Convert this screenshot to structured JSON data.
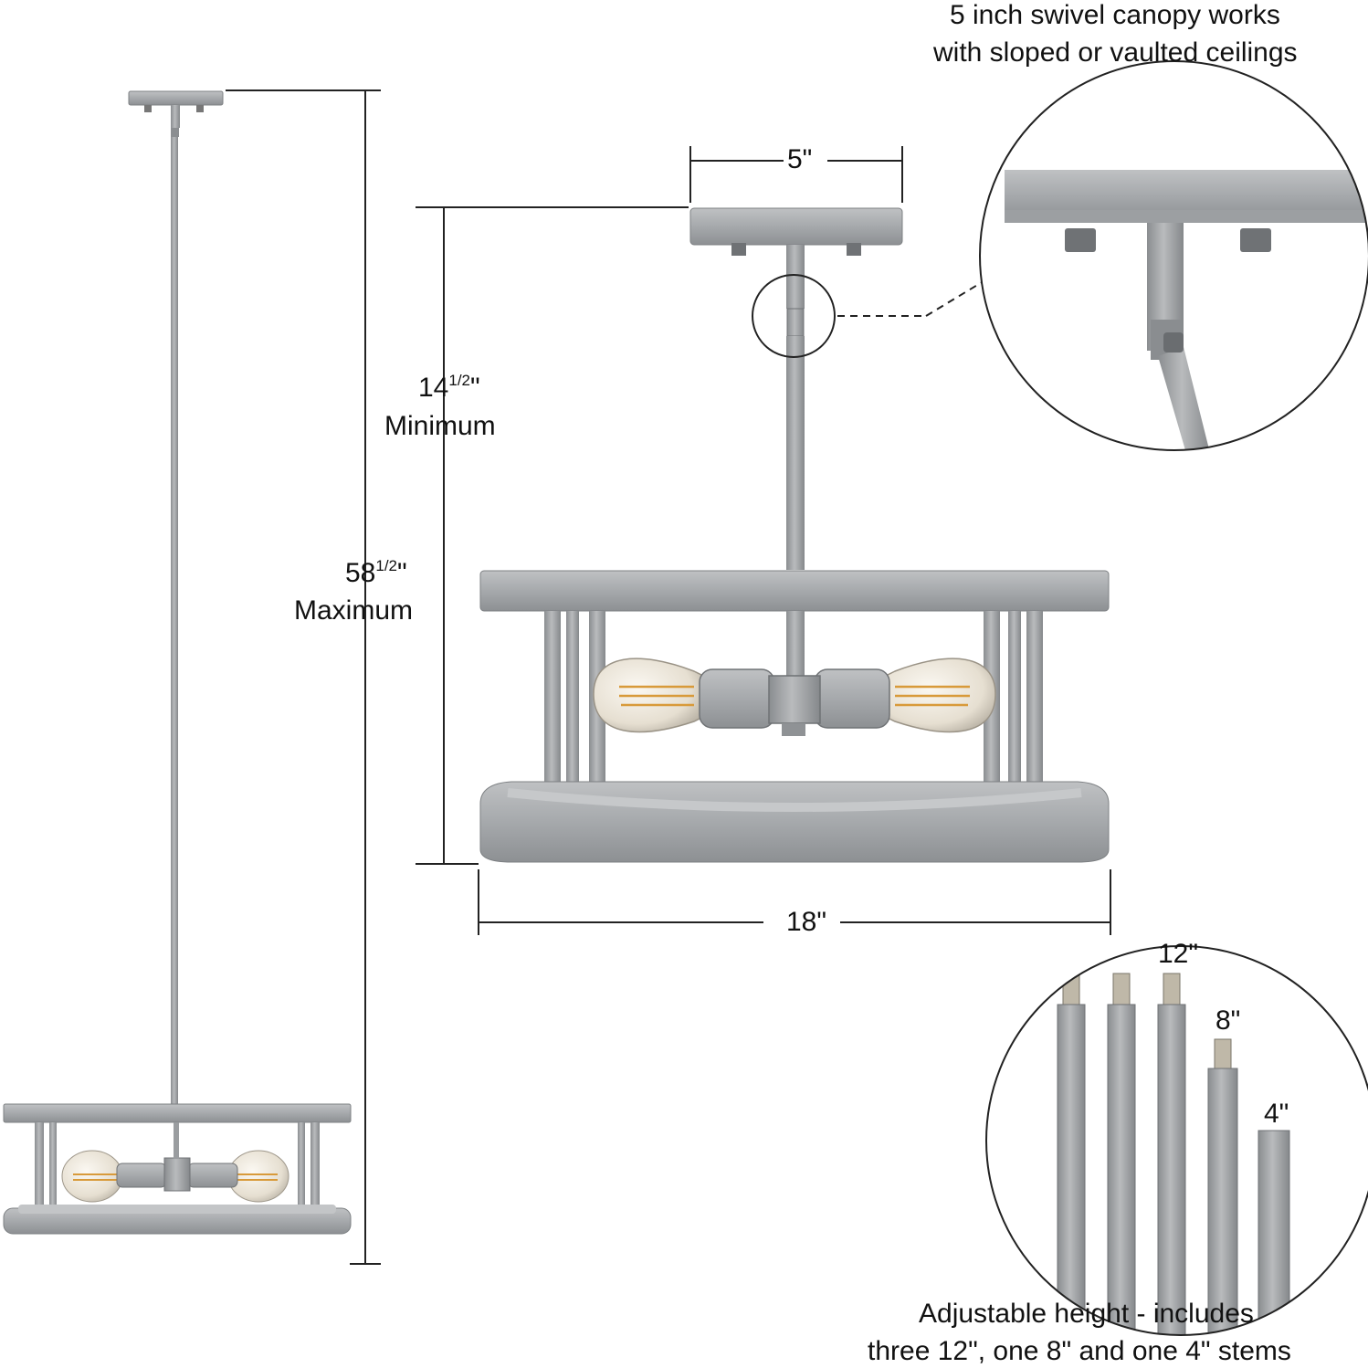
{
  "callout_top": {
    "line1": "5 inch swivel canopy works",
    "line2": "with sloped or vaulted ceilings"
  },
  "dimensions": {
    "canopy_width": "5\"",
    "min_height_whole": "14",
    "min_height_frac": "1/2",
    "min_height_mark": "\"",
    "min_height_label": "Minimum",
    "max_height_whole": "58",
    "max_height_frac": "1/2",
    "max_height_mark": "\"",
    "max_height_label": "Maximum",
    "diameter": "18\""
  },
  "stems": {
    "labels": [
      "12\"",
      "8\"",
      "4\""
    ],
    "caption_line1": "Adjustable height - includes",
    "caption_line2": "three 12\", one 8\" and one 4\" stems"
  },
  "colors": {
    "metal": "#a3a6a9",
    "metal_dark": "#7f8285",
    "metal_light": "#c4c6c8",
    "bulb_glass": "#ece6da",
    "filament": "#d89a3a"
  }
}
